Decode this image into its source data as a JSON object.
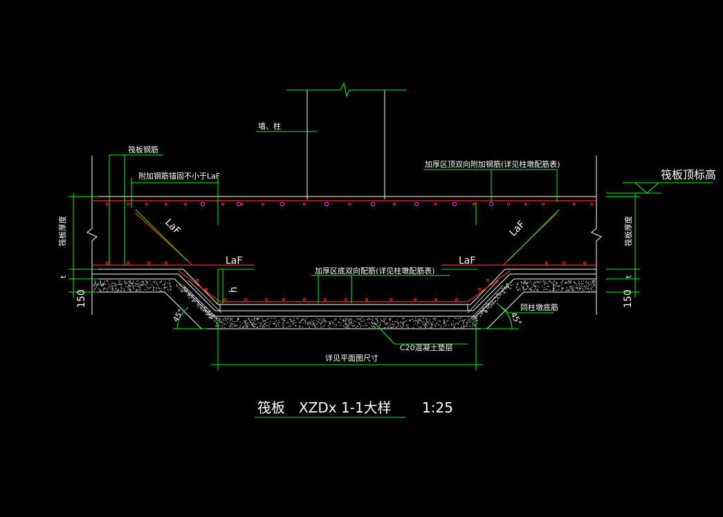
{
  "labels": {
    "wall_column": "墙、柱",
    "raft_rebar": "筏板钢筋",
    "added_rebar_anchor": "附加钢筋锚固不小于LaF",
    "top_added_rebar": "加厚区顶双向附加钢筋(详见柱墩配筋表)",
    "raft_top_elev": "筏板顶标高",
    "raft_thickness_left": "筏板厚度",
    "raft_thickness_right": "筏板厚度",
    "laf_slope_left": "LaF",
    "laf_slope_right": "LaF",
    "laf_left": "LaF",
    "laf_right": "LaF",
    "h": "h",
    "t_left": "t",
    "t_right": "t",
    "dim150_left": "150",
    "dim150_right": "150",
    "bottom_rebar": "加厚区底双向配筋(详见柱墩配筋表)",
    "around_bottom_rebar": "同柱墩底筋",
    "angle_left": "45°",
    "angle_right": "45°",
    "c20_cushion": "C20混凝土垫层",
    "plan_size": "详见平面图尺寸"
  },
  "title": {
    "name": "筏板",
    "code": "XZDx 1-1大样",
    "scale": "1:25"
  },
  "colors": {
    "background": "#000000",
    "dimension": "#00ff00",
    "rebar": "#ff2a2a",
    "outline": "#ffffff",
    "rebar_dot_magenta": "#ff33ff"
  }
}
